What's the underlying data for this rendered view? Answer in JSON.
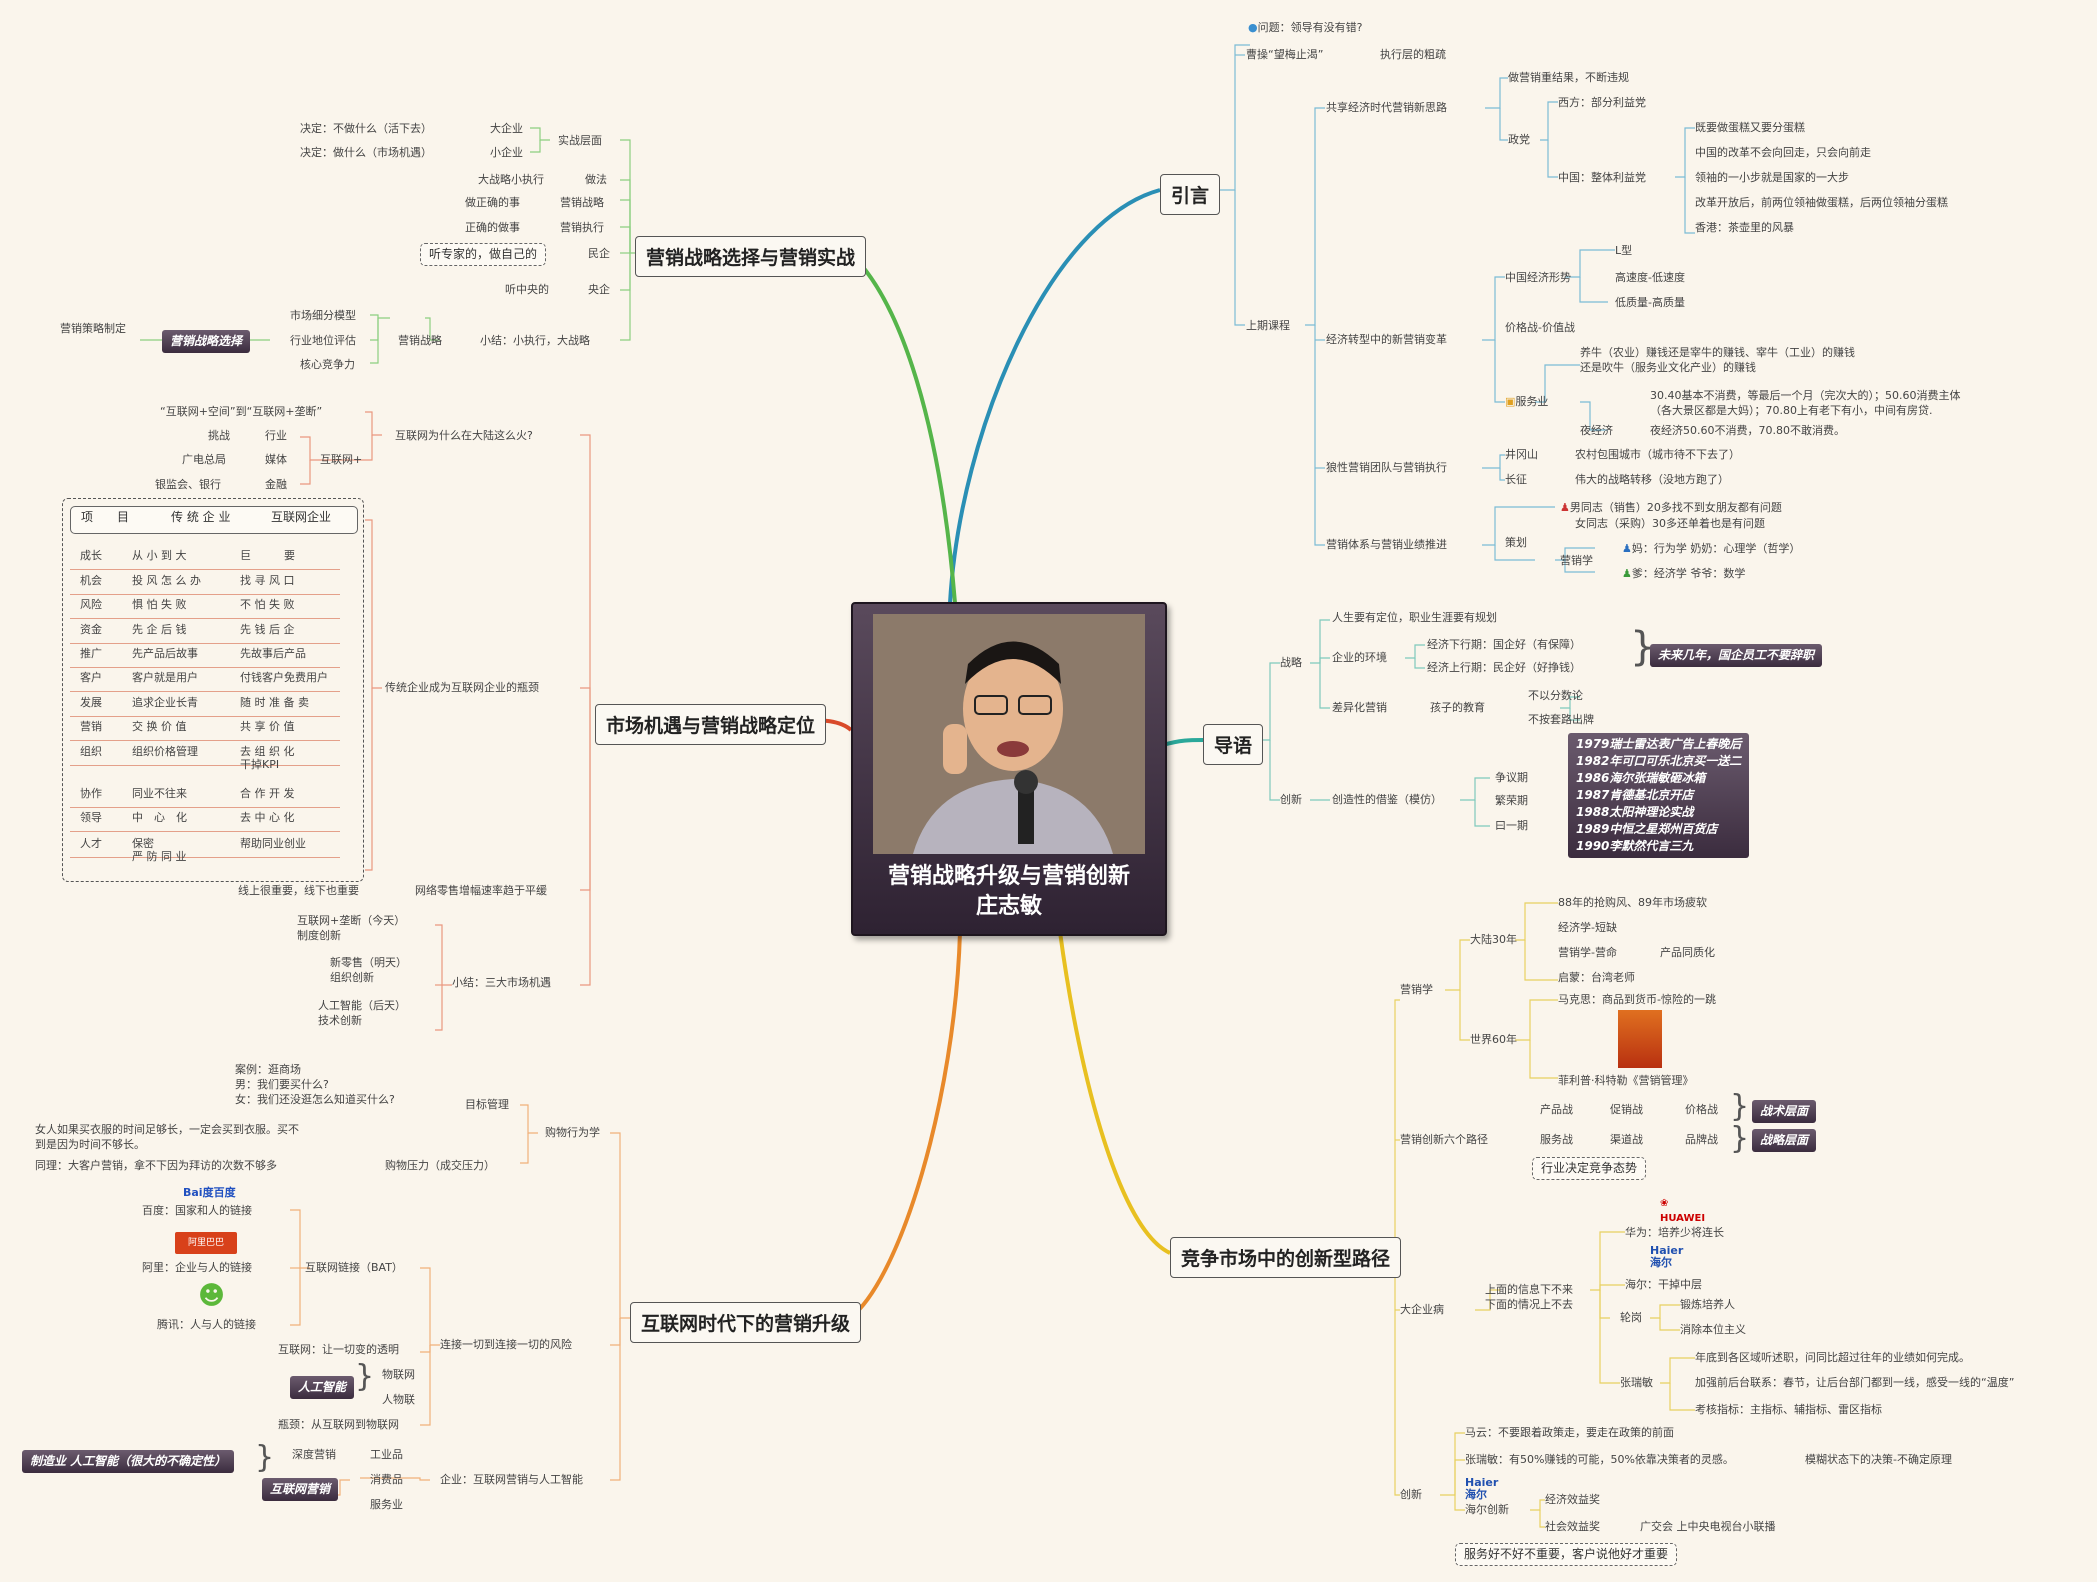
{
  "center": {
    "title": "营销战略升级与营销创新",
    "author": "庄志敏"
  },
  "branches": {
    "intro": "引言",
    "guide": "导语",
    "competition": "竞争市场中的创新型路径",
    "strategy": "营销战略选择与营销实战",
    "market": "市场机遇与营销战略定位",
    "internet": "互联网时代下的营销升级"
  },
  "intro": {
    "question": "问题：领导有没有错?",
    "caocao": "曹操“望梅止渴”",
    "caocao_sub": "执行层的粗疏",
    "shared_title": "共享经济时代营销新思路",
    "shared_a": "做营销重结果，不断违规",
    "politics": "政党",
    "west": "西方：部分利益党",
    "china": "中国：整体利益党",
    "china_items": [
      "既要做蛋糕又要分蛋糕",
      "中国的改革不会向回走，只会向前走",
      "领袖的一小步就是国家的一大步",
      "改革开放后，前两位领袖做蛋糕，后两位领袖分蛋糕",
      "香港：茶壶里的风暴"
    ],
    "last": "上期课程",
    "econ_title": "经济转型中的新营销变革",
    "china_econ": "中国经济形势",
    "l_shape": "L型",
    "high_low": "高速度-低速度",
    "low_high": "低质量-高质量",
    "price_war": "价格战-价值战",
    "service": "服务业",
    "service_a": "养牛（农业）赚钱还是宰牛的赚钱、宰牛（工业）的赚钱\n还是吹牛（服务业文化产业）的赚钱",
    "night": "夜经济",
    "night_a": "30.40基本不消费，等最后一个月（完次大的）；50.60消费主体\n（各大景区都是大妈）；70.80上有老下有小，中间有房贷.",
    "night_b": "夜经济50.60不消费，70.80不敢消费。",
    "wolf_title": "狼性营销团队与营销执行",
    "jgs": "井冈山",
    "jgs_a": "农村包围城市（城市待不下去了）",
    "cz": "长征",
    "cz_a": "伟大的战略转移（没地方跑了）",
    "system_title": "营销体系与营销业绩推进",
    "plan": "策划",
    "plan_a": "男同志（销售）20多找不到女朋友都有问题",
    "plan_b": "女同志（采购）30多还单着也是有问题",
    "mkt_science": "营销学",
    "mkt_a": "妈：行为学 奶奶：心理学（哲学）",
    "mkt_b": "爹：经济学 爷爷：数学"
  },
  "guide": {
    "strategy": "战略",
    "career": "人生要有定位，职业生涯要有规划",
    "env": "企业的环境",
    "down": "经济下行期：国企好（有保障）",
    "up": "经济上行期：民企好（好挣钱）",
    "future": "未来几年，国企员工不要辞职",
    "diff": "差异化营销",
    "edu": "孩子的教育",
    "edu_a": "不以分数论",
    "edu_b": "不按套路出牌",
    "innovate": "创新",
    "copy": "创造性的借鉴（模仿）",
    "dispute": "争议期",
    "boom": "繁荣期",
    "once": "曰一期",
    "list": "1979瑞士雷达表广告上春晚后\n1982年可口可乐北京买一送二\n1986海尔张瑞敏砸冰箱\n1987肯德基北京开店\n1988太阳神理论实战\n1989中恒之星郑州百货店\n1990李默然代言三九"
  },
  "competition": {
    "mkt": "营销学",
    "mainland": "大陆30年",
    "m1": "88年的抢购风、89年市场疲软",
    "m2": "经济学-短缺",
    "m3": "营销学-营命",
    "m3b": "产品同质化",
    "m4": "启蒙：台湾老师",
    "world": "世界60年",
    "w1": "马克思：商品到货币-惊险的一跳",
    "w2": "菲利普·科特勒《营销管理》",
    "six": "营销创新六个路径",
    "six_a": [
      "产品战",
      "促销战",
      "价格战"
    ],
    "six_b": [
      "服务战",
      "渠道战",
      "品牌战"
    ],
    "tactic": "战术层面",
    "strat": "战略层面",
    "industry": "行业决定竞争态势",
    "big": "大企业病",
    "info": "上面的信息下不来\n下面的情况上不去",
    "hw": "华为：培养少将连长",
    "haier": "海尔：干掉中层",
    "rot": "轮岗",
    "rot_a": "锻炼培养人",
    "rot_b": "消除本位主义",
    "zrm": "张瑞敏",
    "zrm_a": "年底到各区域听述职，问同比超过往年的业绩如何完成。",
    "zrm_b": "加强前后台联系：春节，让后台部门都到一线，感受一线的“温度”",
    "zrm_c": "考核指标：主指标、辅指标、雷区指标",
    "new": "创新",
    "jack": "马云：不要跟着政策走，要走在政策的前面",
    "zrm2": "张瑞敏：有50%赚钱的可能，50%依靠决策者的灵感。",
    "zrm2_a": "模糊状态下的决策-不确定原理",
    "haier_new": "海尔创新",
    "econ_gain": "经济效益奖",
    "soc_gain": "社会效益奖",
    "soc_a": "广交会 上中央电视台小联播",
    "service_q": "服务好不好不重要，客户说他好才重要",
    "hw_logo": "HUAWEI",
    "haier_logo": "Haier\n海尔"
  },
  "strategy": {
    "decide1": "决定：不做什么（活下去）",
    "big": "大企业",
    "decide2": "决定：做什么（市场机遇）",
    "small": "小企业",
    "practice": "实战层面",
    "big_small": "大战略小执行",
    "method": "做法",
    "right_thing": "做正确的事",
    "mkt_strategy": "营销战略",
    "right_way": "正确的做事",
    "mkt_exec": "营销执行",
    "expert": "听专家的，做自己的",
    "civil": "民企",
    "central_listen": "听中央的",
    "central": "央企",
    "seg": "市场细分模型",
    "pos": "行业地位评估",
    "core": "核心竞争力",
    "mkt_strat2": "营销战略",
    "summary": "小结：小执行，大战略",
    "choice": "营销战略选择",
    "plan_make": "营销策略制定"
  },
  "market": {
    "why": "互联网为什么在大陆这么火?",
    "space": "“互联网+空间”到“互联网+垄断”",
    "challenge": "挑战",
    "industry": "行业",
    "radio": "广电总局",
    "media": "媒体",
    "netplus": "互联网+",
    "bank": "银监会、银行",
    "finance": "金融",
    "table_head": [
      "项　　目",
      "传 统 企 业",
      "互联网企业"
    ],
    "rows": [
      [
        "成长",
        "从 小 到 大",
        "巨　　　要"
      ],
      [
        "机会",
        "投 风 怎 么 办",
        "找 寻 风 口"
      ],
      [
        "风险",
        "惧 怕 失 败",
        "不 怕 失 败"
      ],
      [
        "资金",
        "先 企 后 钱",
        "先 钱 后 企"
      ],
      [
        "推广",
        "先产品后故事",
        "先故事后产品"
      ],
      [
        "客户",
        "客户就是用户",
        "付钱客户免费用户"
      ],
      [
        "发展",
        "追求企业长青",
        "随 时 准 备 卖"
      ],
      [
        "营销",
        "交 换 价 值",
        "共 享 价 值"
      ],
      [
        "组织",
        "组织价格管理",
        "去 组 织 化\n干掉KPI"
      ],
      [
        "协作",
        "同业不往来",
        "合 作 开 发"
      ],
      [
        "领导",
        "中　心　化",
        "去 中 心 化"
      ],
      [
        "人才",
        "保密\n严 防 同 业",
        "帮助同业创业"
      ]
    ],
    "dilemma": "传统企业成为互联网企业的瓶颈",
    "online": "线上很重要，线下也重要",
    "retail": "网络零售增幅速率趋于平缓",
    "today": "互联网+垄断（今天）\n制度创新",
    "tomorrow": "新零售（明天）\n组织创新",
    "after": "人工智能（后天）\n技术创新",
    "summary": "小结：三大市场机遇"
  },
  "internet": {
    "case": "案例：逛商场\n男：我们要买什么?\n女：我们还没逛怎么知道买什么?",
    "goal": "目标管理",
    "woman": "女人如果买衣服的时间足够长，一定会买到衣服。买不\n到是因为时间不够长。",
    "same": "同理：大客户营销，拿不下因为拜访的次数不够多",
    "pressure": "购物压力（成交压力）",
    "behavior": "购物行为学",
    "baidu": "百度：国家和人的链接",
    "ali": "阿里：企业与人的链接",
    "tencent": "腾讯：人与人的链接",
    "bat": "互联网链接（BAT）",
    "transparent": "互联网：让一切变的透明",
    "ai": "人工智能",
    "iot": "物联网",
    "ppl": "人物联",
    "from": "瓶颈：从互联网到物联网",
    "risk": "连接一切到连接一切的风险",
    "deep": "深度营销",
    "indus": "工业品",
    "net_mkt": "互联网营销",
    "consumer": "消费品",
    "service": "服务业",
    "manufacture": "制造业 人工智能（很大的不确定性）",
    "enterprise": "企业：互联网营销与人工智能",
    "baidu_logo": "Bai度百度",
    "ali_logo": "阿里巴巴"
  }
}
